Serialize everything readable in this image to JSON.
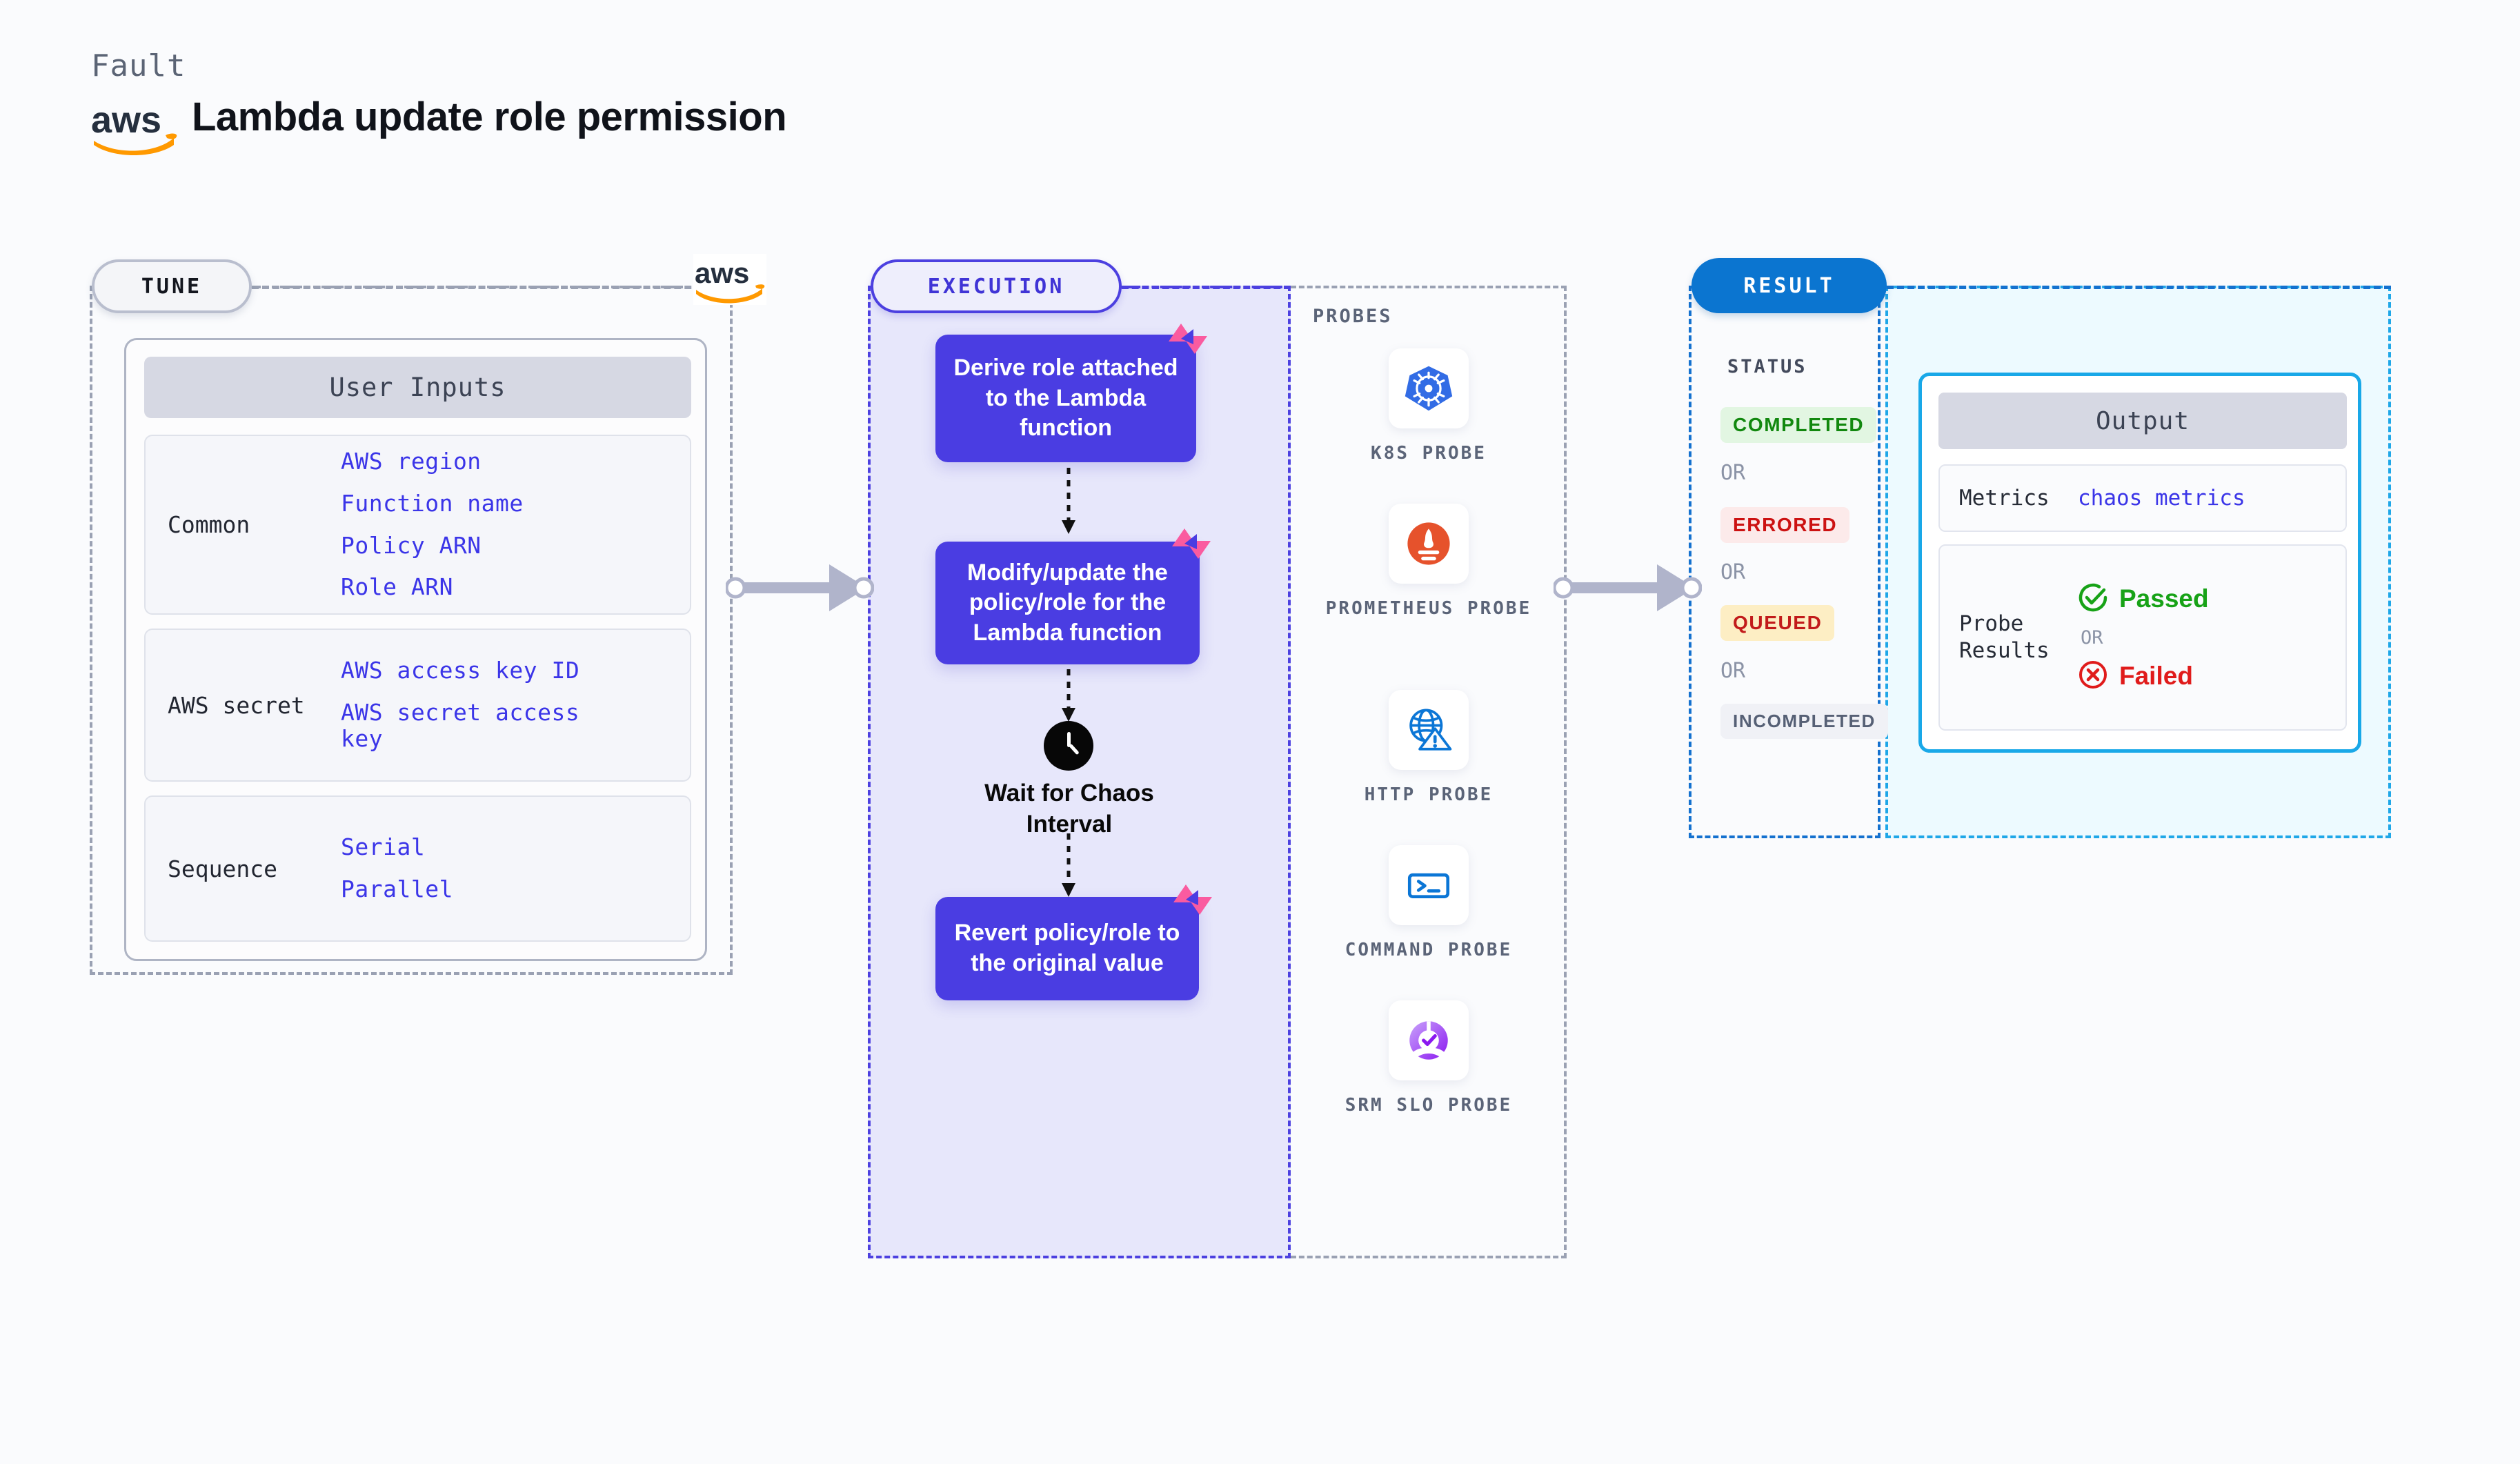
{
  "header": {
    "kicker": "Fault",
    "title": "Lambda update role permission",
    "logo_icon": "aws-logo-icon"
  },
  "colors": {
    "indigo": "#4c40e0",
    "exec_box": "#4a3de2",
    "result_blue": "#0b75d0",
    "output_cyan": "#19a8e8",
    "litmus_pink": "#fa5ba0",
    "link_blue": "#3b35e8",
    "grey_border": "#9aa1b3"
  },
  "tune": {
    "pill_label": "TUNE",
    "logo_icon": "aws-logo-icon",
    "card_title": "User Inputs",
    "groups": [
      {
        "label": "Common",
        "values": [
          "AWS region",
          "Function name",
          "Policy ARN",
          "Role ARN"
        ]
      },
      {
        "label": "AWS secret",
        "values": [
          "AWS access key ID",
          "AWS secret access key"
        ]
      },
      {
        "label": "Sequence",
        "values": [
          "Serial",
          "Parallel"
        ]
      }
    ]
  },
  "execution": {
    "pill_label": "EXECUTION",
    "steps": [
      {
        "text": "Derive role attached to the Lambda function",
        "badge_icon": "litmus-chaos-icon"
      },
      {
        "text": "Modify/update the policy/role for the Lambda function",
        "badge_icon": "litmus-chaos-icon"
      },
      {
        "text": "Revert policy/role to the original value",
        "badge_icon": "litmus-chaos-icon"
      }
    ],
    "wait": {
      "label": "Wait for Chaos Interval",
      "icon": "clock-icon"
    }
  },
  "probes": {
    "title": "PROBES",
    "items": [
      {
        "label": "K8S PROBE",
        "icon": "kubernetes-icon"
      },
      {
        "label": "PROMETHEUS PROBE",
        "icon": "prometheus-icon"
      },
      {
        "label": "HTTP PROBE",
        "icon": "http-globe-warning-icon"
      },
      {
        "label": "COMMAND PROBE",
        "icon": "terminal-icon"
      },
      {
        "label": "SRM SLO PROBE",
        "icon": "srm-slo-icon"
      }
    ]
  },
  "result": {
    "pill_label": "RESULT",
    "status_title": "STATUS",
    "or_label": "OR",
    "statuses": [
      {
        "label": "COMPLETED",
        "fg": "#12880f",
        "bg": "#e2f6e2"
      },
      {
        "label": "ERRORED",
        "fg": "#cc1212",
        "bg": "#fceaea"
      },
      {
        "label": "QUEUED",
        "fg": "#c21b1b",
        "bg": "#fdeec4"
      },
      {
        "label": "INCOMPLETED",
        "fg": "#566075",
        "bg": "#f0f1f6"
      }
    ]
  },
  "output": {
    "title": "Output",
    "rows": [
      {
        "key": "Metrics",
        "value": "chaos metrics"
      },
      {
        "key": "Probe Results",
        "pass": "Passed",
        "or": "OR",
        "fail": "Failed",
        "pass_icon": "check-circle-icon",
        "fail_icon": "x-circle-icon"
      }
    ]
  }
}
